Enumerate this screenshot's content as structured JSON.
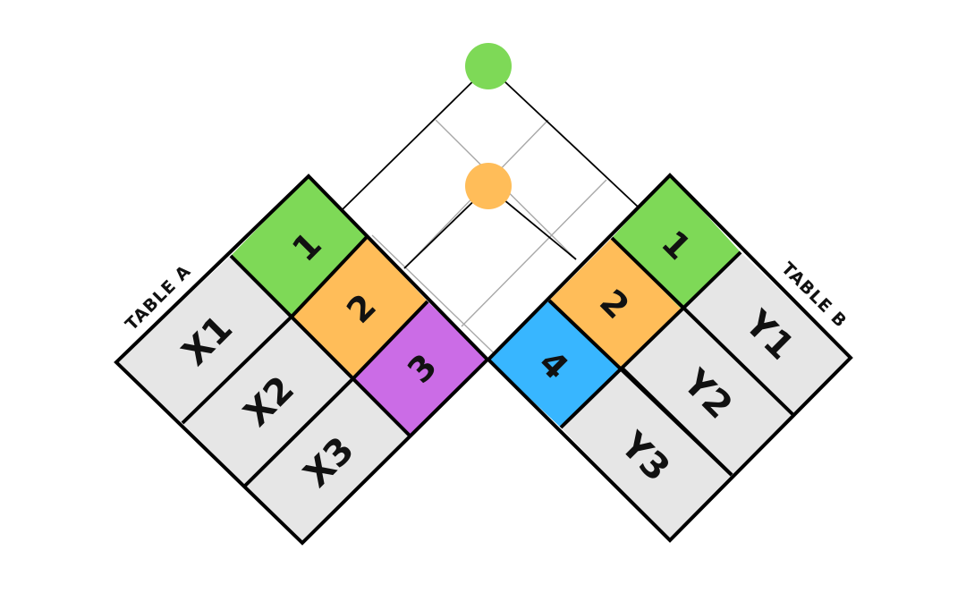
{
  "table_a": {
    "label": "TABLE A",
    "rows": [
      "X1",
      "X2",
      "X3"
    ],
    "cells": [
      "1",
      "2",
      "3"
    ]
  },
  "table_b": {
    "label": "TABLE B",
    "rows": [
      "Y1",
      "Y2",
      "Y3"
    ],
    "cells": [
      "1",
      "2",
      "4"
    ]
  },
  "colors": {
    "green": "#7ed957",
    "orange": "#ffbd59",
    "purple": "#cb6ce6",
    "blue": "#38b6ff",
    "gray": "#e6e6e6"
  }
}
